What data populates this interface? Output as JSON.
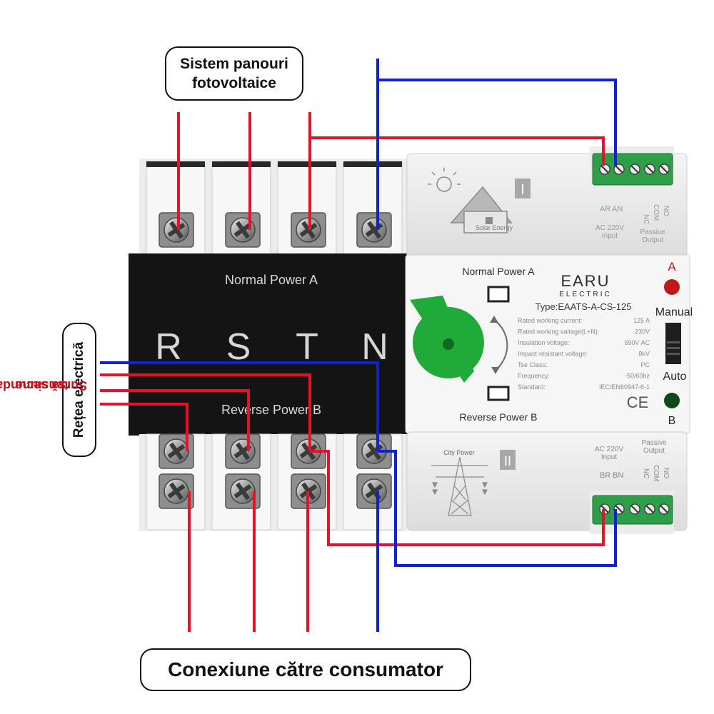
{
  "labels": {
    "pv_system_line1": "Sistem panouri",
    "pv_system_line2": "fotovoltaice",
    "grid_network": "Rețea electrică",
    "secondary_source_line1": "Sursă secundară de",
    "secondary_source_line2": "tensiune",
    "consumer_connection": "Conexiune către consumator"
  },
  "device": {
    "top_panel": "Normal Power A",
    "bottom_panel": "Reverse Power B",
    "phases": [
      "R",
      "S",
      "T",
      "N"
    ],
    "solar_caption": "Solar Energy",
    "roman_top": "I",
    "roman_bottom": "II",
    "city_caption": "City Power",
    "top_terminal": {
      "left1": "AR",
      "left2": "AN",
      "input1": "AC 220V",
      "input2": "Input",
      "nc": "NC",
      "com": "COM",
      "no": "NO",
      "passive1": "Passive",
      "passive2": "Output"
    },
    "bottom_terminal": {
      "input1": "AC 220V",
      "input2": "Input",
      "left1": "BR",
      "left2": "BN",
      "passive1": "Passive",
      "passive2": "Output",
      "nc": "NC",
      "com": "COM",
      "no": "NO"
    },
    "front": {
      "normal_power": "Normal Power A",
      "reverse_power": "Reverse Power B",
      "brand": "EARU",
      "brand_sub": "ELECTRIC",
      "type": "Type:EAATS-A-CS-125",
      "specs": [
        {
          "name": "Rated working current:",
          "value": "125   A"
        },
        {
          "name": "Rated working vaitage(L+N):",
          "value": "230V"
        },
        {
          "name": "Insulation voltage:",
          "value": "690V AC"
        },
        {
          "name": "Impact-resistant voltage:",
          "value": "8kV"
        },
        {
          "name": "Tse Class:",
          "value": "PC"
        },
        {
          "name": "Frequency:",
          "value": "-50/60hz"
        },
        {
          "name": "Standard:",
          "value": "IEC/EN60947-6-1"
        }
      ],
      "indicator_a": "A",
      "indicator_b": "B",
      "manual": "Manual",
      "auto": "Auto",
      "ce": "CE"
    }
  },
  "colors": {
    "phase_wire": "#e8102a",
    "neutral_wire": "#1020d8",
    "secondary_text": "#c0101a",
    "handle": "#1faa3a",
    "led_a": "#c01818",
    "led_b": "#0e4a18",
    "terminal_block": "#2e9e48",
    "module_black": "#141414"
  },
  "icons": [
    "solar-house-icon",
    "power-tower-icon",
    "screw-terminal-icon",
    "rotation-arrows-icon",
    "ce-mark-icon"
  ]
}
